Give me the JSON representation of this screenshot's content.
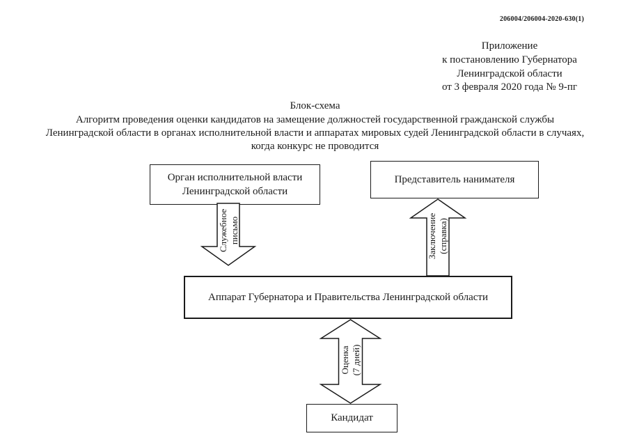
{
  "document": {
    "ref_number": "206004/206004-2020-630(1)",
    "appendix": {
      "lines": [
        "Приложение",
        "к постановлению Губернатора",
        "Ленинградской области",
        "от 3 февраля 2020 года № 9-пг"
      ]
    },
    "title": "Блок-схема",
    "subtitle": "Алгоритм проведения оценки кандидатов на замещение должностей государственной гражданской службы\nЛенинградской области в органах исполнительной власти и аппаратах мировых судей Ленинградской области в случаях,\nкогда конкурс не проводится"
  },
  "diagram": {
    "boxes": {
      "executive_authority": "Орган исполнительной власти\nЛенинградской области",
      "employer_representative": "Представитель нанимателя",
      "governor_office": "Аппарат Губернатора и Правительства Ленинградской области",
      "candidate": "Кандидат"
    },
    "arrow_labels": {
      "service_letter": "Служебное\nписьмо",
      "conclusion": "Заключение\n(справка)",
      "evaluation": "Оценка\n(7 дней)"
    }
  },
  "colors": {
    "ink": "#1a1a1a",
    "paper": "#ffffff"
  }
}
